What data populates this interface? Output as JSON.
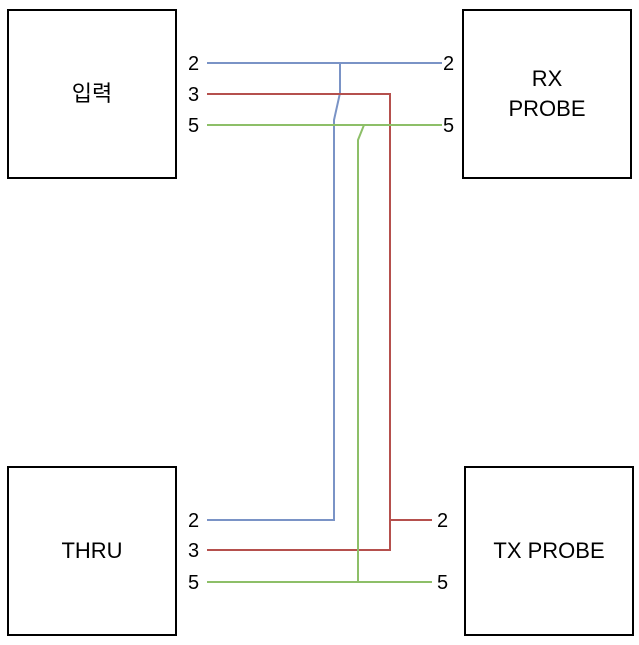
{
  "boxes": {
    "input": {
      "label": "입력"
    },
    "rx": {
      "line1": "RX",
      "line2": "PROBE"
    },
    "thru": {
      "label": "THRU"
    },
    "tx": {
      "label": "TX PROBE"
    }
  },
  "pins": {
    "input": [
      "2",
      "3",
      "5"
    ],
    "rx": [
      "2",
      "5"
    ],
    "thru": [
      "2",
      "3",
      "5"
    ],
    "tx": [
      "2",
      "5"
    ]
  },
  "colors": {
    "blue": "#7a93c6",
    "red": "#b5504d",
    "green": "#8dbf68"
  }
}
